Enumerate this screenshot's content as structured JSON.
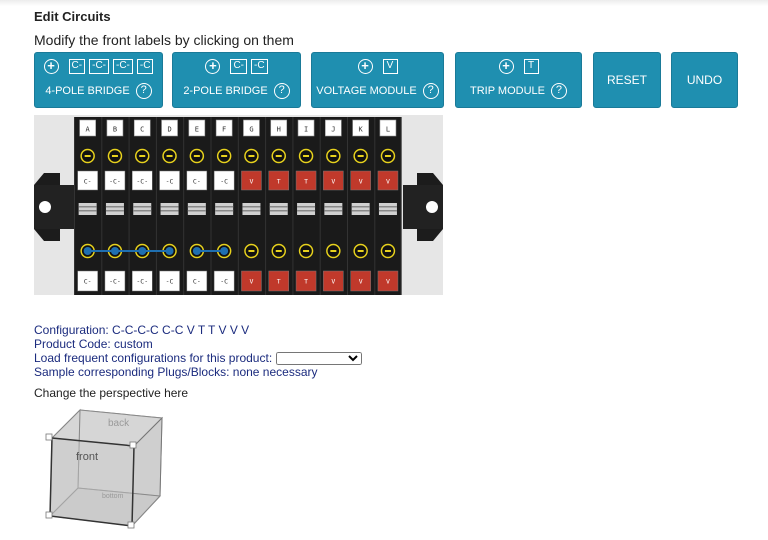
{
  "header": {
    "title": "Edit Circuits",
    "subtitle": "Modify the front labels by clicking on them"
  },
  "toolbar": {
    "four_pole": {
      "tags": [
        "C-",
        "-C-",
        "-C-",
        "-C"
      ],
      "label": "4-POLE BRIDGE",
      "help": "?"
    },
    "two_pole": {
      "tags": [
        "C-",
        "-C"
      ],
      "label": "2-POLE BRIDGE",
      "help": "?"
    },
    "voltage": {
      "tags": [
        "V"
      ],
      "label": "VOLTAGE MODULE",
      "help": "?"
    },
    "trip": {
      "tags": [
        "T"
      ],
      "label": "TRIP MODULE",
      "help": "?"
    },
    "plus_symbol": "+",
    "reset": "RESET",
    "undo": "UNDO"
  },
  "terminal_block": {
    "columns": [
      "A",
      "B",
      "C",
      "D",
      "E",
      "F",
      "G",
      "H",
      "I",
      "J",
      "K",
      "L"
    ],
    "upper_labels": [
      "C-",
      "-C-",
      "-C-",
      "-C",
      "C-",
      "-C",
      "V",
      "T",
      "T",
      "V",
      "V",
      "V"
    ],
    "lower_labels": [
      "C-",
      "-C-",
      "-C-",
      "-C",
      "C-",
      "-C",
      "V",
      "T",
      "T",
      "V",
      "V",
      "V"
    ],
    "colors": {
      "white_label": "#ffffff",
      "red_label": "#c0392b",
      "bridge": "#1f6fb0",
      "screw": "#e8d21d"
    }
  },
  "info": {
    "configuration": "Configuration: C-C-C-C C-C V T T V V V",
    "product_code": "Product Code: custom",
    "load_frequent": "Load frequent configurations for this product:",
    "sample": "Sample corresponding Plugs/Blocks: none necessary",
    "select_value": ""
  },
  "perspective": {
    "label": "Change the perspective here",
    "faces": {
      "front": "front",
      "back": "back",
      "bottom": "bottom"
    }
  }
}
